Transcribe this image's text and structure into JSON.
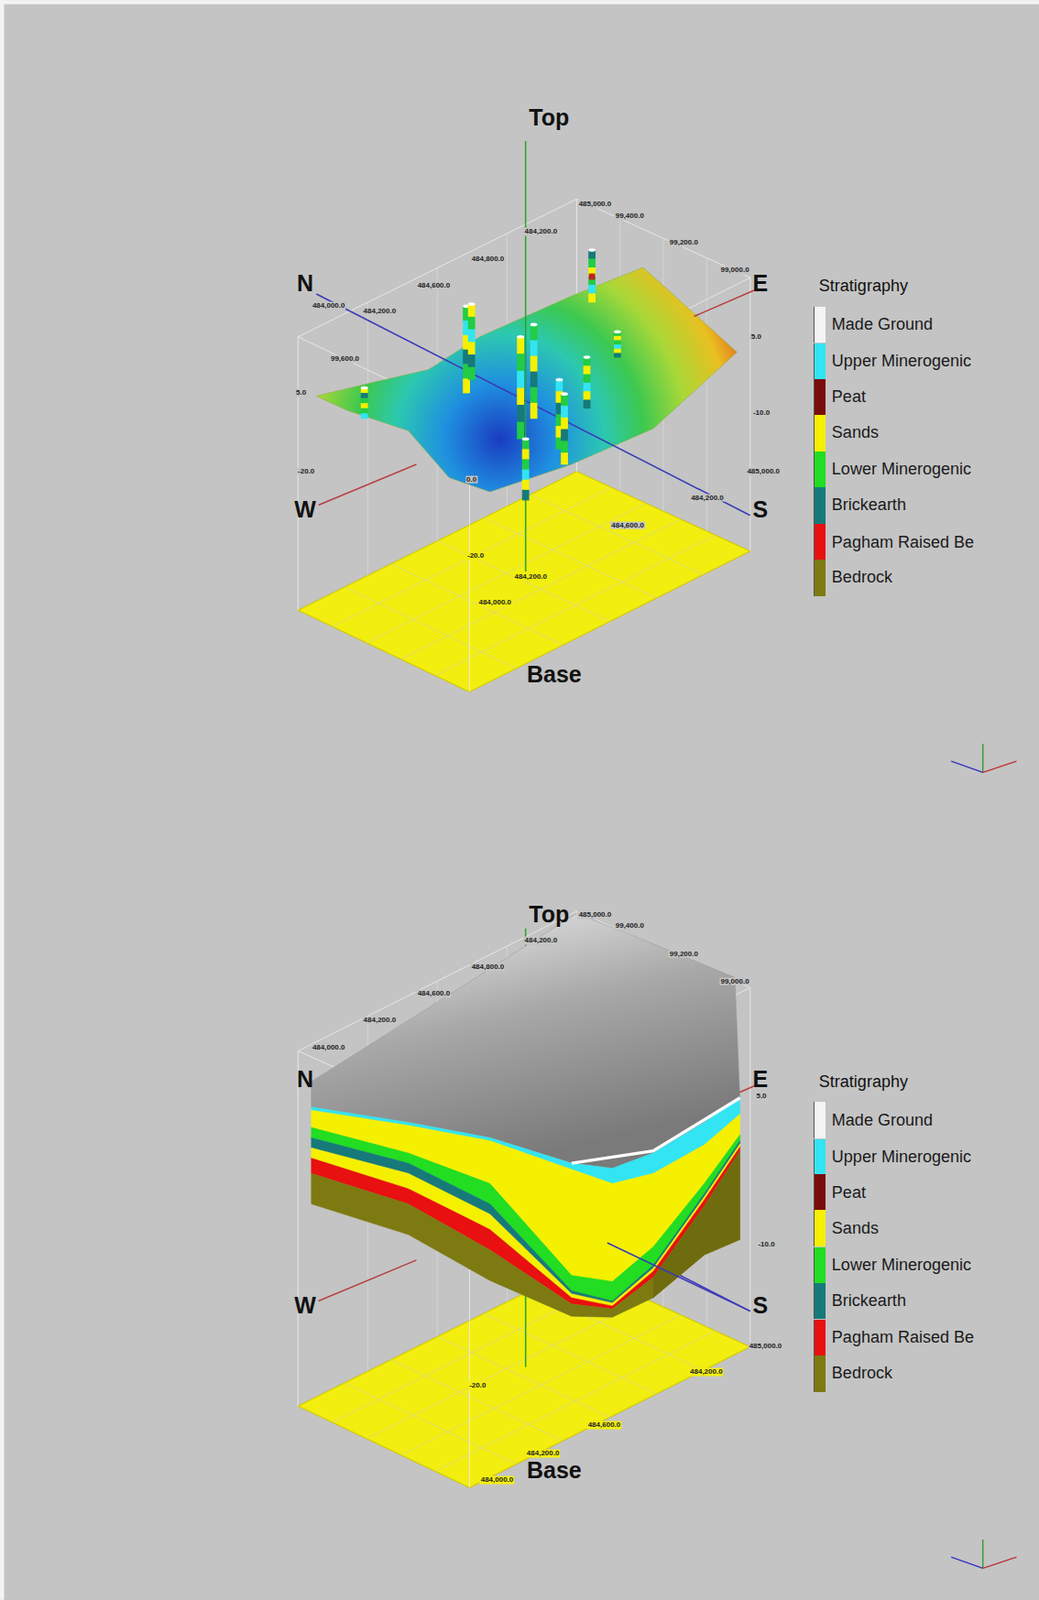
{
  "diagram": {
    "labels": [
      "Top",
      "N",
      "E",
      "W",
      "S",
      "Base",
      "Stratigraphy",
      "485,000.0",
      "99,400.0",
      "99,200.0",
      "99,000.0",
      "484,200.0",
      "484,800.0",
      "484,600.0",
      "484,200.0",
      "484,000.0",
      "99,600.0",
      "5.0",
      "-10.0",
      "-20.0",
      "5.0",
      "-20.0",
      "0.0",
      "484,600.0",
      "484,200.0",
      "484,000.0",
      "484,200.0",
      "485,000.0",
      "Top",
      "N",
      "E",
      "W",
      "S",
      "Base",
      "Stratigraphy",
      "485,000.0",
      "99,400.0",
      "99,200.0",
      "99,000.0",
      "484,200.0",
      "484,800.0",
      "484,600.0",
      "484,200.0",
      "484,000.0",
      "5.0",
      "-10.0",
      "-20.0",
      "485,000.0",
      "484,200.0",
      "484,600.0",
      "484,200.0",
      "484,000.0"
    ],
    "legend": [
      {
        "text": "Made Ground",
        "color": "#f4f4f4"
      },
      {
        "text": "Upper Minerogenic",
        "color": "#33e4f2"
      },
      {
        "text": "Peat",
        "color": "#7a0c0c"
      },
      {
        "text": "Sands",
        "color": "#f5f000"
      },
      {
        "text": "Lower Minerogenic",
        "color": "#22dd22"
      },
      {
        "text": "Brickearth",
        "color": "#167a7a"
      },
      {
        "text": "Pagham Raised Be",
        "color": "#e81010"
      },
      {
        "text": "Bedrock",
        "color": "#7d7a12"
      },
      {
        "text": "Made Ground",
        "color": "#f4f4f4"
      },
      {
        "text": "Upper Minerogenic",
        "color": "#33e4f2"
      },
      {
        "text": "Peat",
        "color": "#7a0c0c"
      },
      {
        "text": "Sands",
        "color": "#f5f000"
      },
      {
        "text": "Lower Minerogenic",
        "color": "#22dd22"
      },
      {
        "text": "Brickearth",
        "color": "#167a7a"
      },
      {
        "text": "Pagham Raised Be",
        "color": "#e81010"
      },
      {
        "text": "Bedrock",
        "color": "#7d7a12"
      }
    ]
  }
}
